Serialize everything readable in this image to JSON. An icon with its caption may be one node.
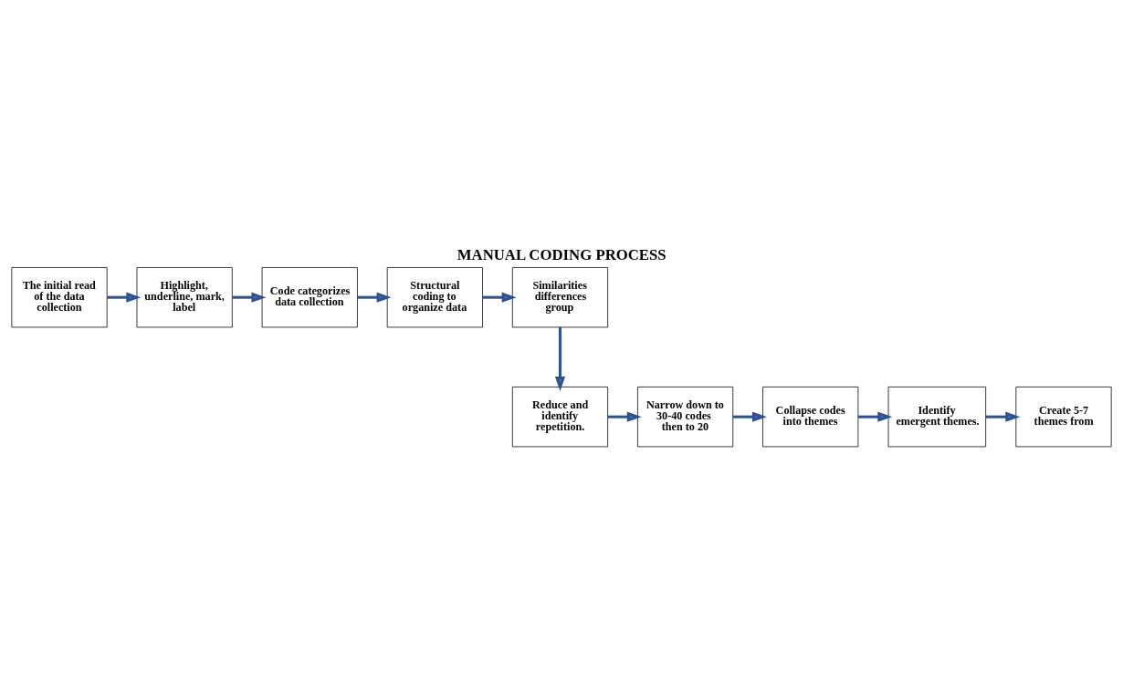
{
  "diagram": {
    "title": "MANUAL CODING PROCESS",
    "nodes": [
      {
        "text": [
          "The initial read of the data collection"
        ]
      },
      {
        "text": [
          "Highlight, underline, mark, label"
        ]
      },
      {
        "text": [
          "Code categorizes data collection"
        ]
      },
      {
        "text": [
          "Structural coding to organize data"
        ]
      },
      {
        "text": [
          "Similarities differences group"
        ]
      },
      {
        "text": [
          "Create 5-7 themes from"
        ]
      },
      {
        "text": [
          "Identify emergent themes."
        ]
      },
      {
        "text": [
          "Collapse codes into themes"
        ]
      },
      {
        "text": [
          "Narrow down to 30-40 codes  then to 20"
        ]
      },
      {
        "text": [
          "Reduce and identify repetition."
        ]
      }
    ],
    "edges": [
      {
        "from": 0,
        "to": 1,
        "arrow": "to"
      },
      {
        "from": 1,
        "to": 2,
        "arrow": "to"
      },
      {
        "from": 2,
        "to": 3,
        "arrow": "to"
      },
      {
        "from": 3,
        "to": 4,
        "arrow": "to"
      },
      {
        "from": 4,
        "to": 9,
        "arrow": "to"
      },
      {
        "from": 9,
        "to": 8,
        "arrow": "to"
      },
      {
        "from": 8,
        "to": 7,
        "arrow": "to"
      },
      {
        "from": 7,
        "to": 6,
        "arrow": "to"
      },
      {
        "from": 6,
        "to": 5,
        "arrow": "to"
      }
    ]
  }
}
